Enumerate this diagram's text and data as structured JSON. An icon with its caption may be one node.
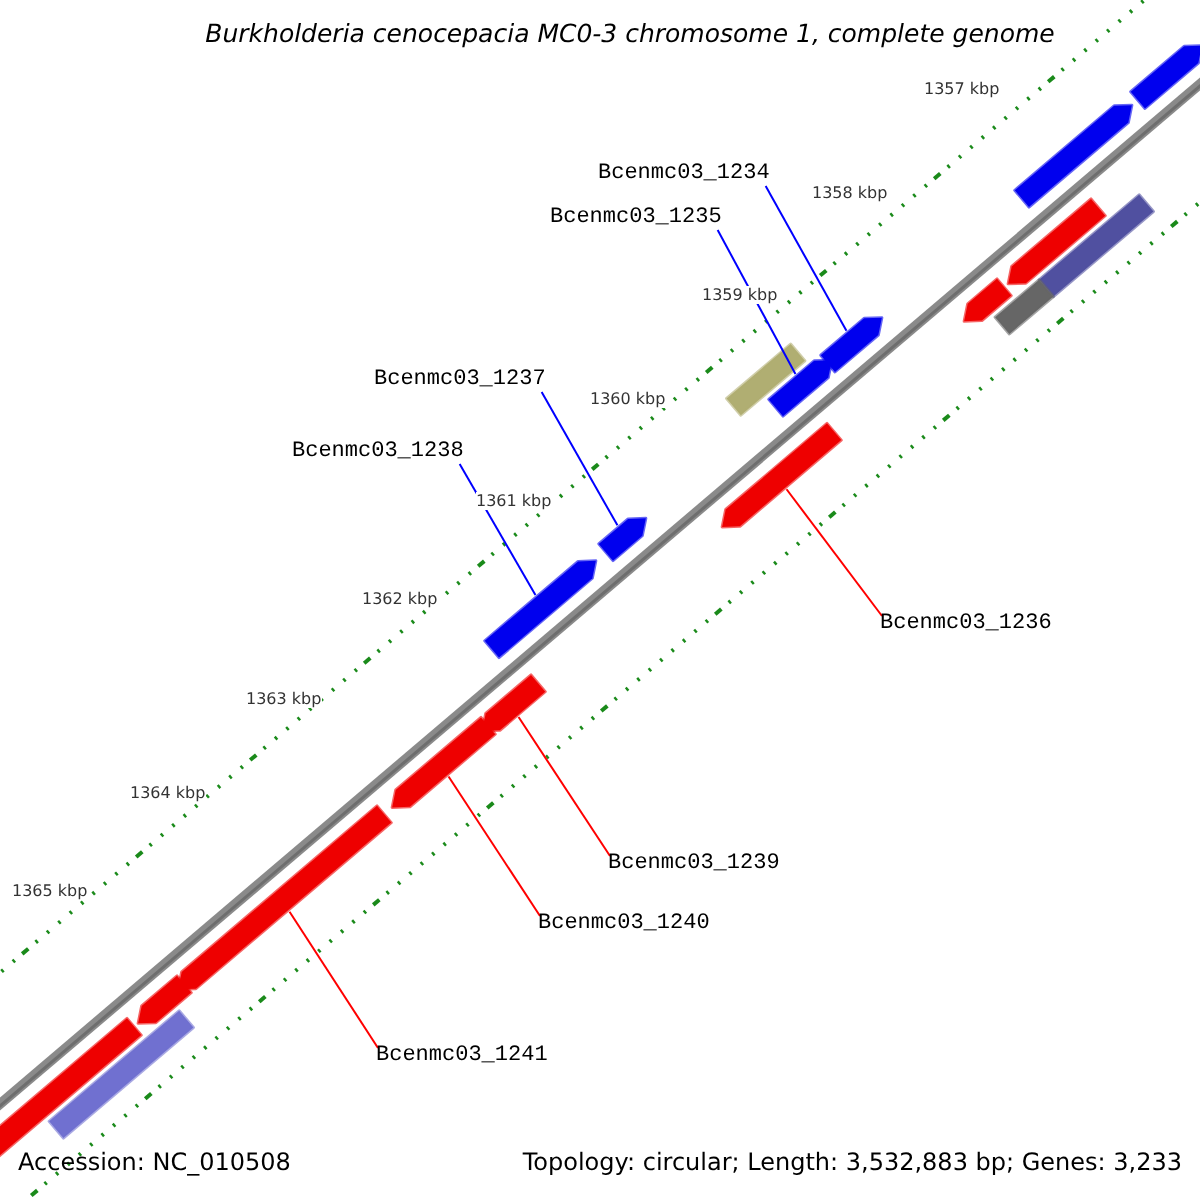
{
  "diagram": {
    "title": "Burkholderia cenocepacia MC0-3 chromosome 1, complete genome",
    "nodes": [
      {
        "text": [
          "Bcenmc03_1234"
        ]
      },
      {
        "text": [
          "Bcenmc03_1235"
        ]
      },
      {
        "text": [
          "Bcenmc03_1237"
        ]
      },
      {
        "text": [
          "Bcenmc03_1238"
        ]
      },
      {
        "text": [
          "Bcenmc03_1236"
        ]
      },
      {
        "text": [
          "Bcenmc03_1239"
        ]
      },
      {
        "text": [
          "Bcenmc03_1240"
        ]
      },
      {
        "text": [
          "Bcenmc03_1241"
        ]
      },
      {
        "text": [],
        "shape": "arrow"
      },
      {
        "text": [],
        "shape": "arrow"
      },
      {
        "text": [],
        "shape": "arrow"
      },
      {
        "text": [],
        "shape": "bar"
      },
      {
        "text": [],
        "shape": "arrow"
      },
      {
        "text": [],
        "shape": "bar"
      },
      {
        "text": [],
        "shape": "arrow"
      },
      {
        "text": [],
        "shape": "bar"
      },
      {
        "text": [],
        "shape": "arrow"
      },
      {
        "text": [],
        "shape": "arrow"
      },
      {
        "text": [],
        "shape": "arrow"
      },
      {
        "text": [],
        "shape": "arrow"
      },
      {
        "text": [],
        "shape": "arrow"
      },
      {
        "text": [],
        "shape": "arrow"
      },
      {
        "text": [],
        "shape": "arrow"
      },
      {
        "text": [],
        "shape": "arrow"
      },
      {
        "text": [],
        "shape": "arrow"
      },
      {
        "text": [],
        "shape": "bar"
      }
    ],
    "edges": [
      {
        "from": 0,
        "to": 14,
        "arrow": "none",
        "color": "#0000ff"
      },
      {
        "from": 1,
        "to": 16,
        "arrow": "none",
        "color": "#0000ff"
      },
      {
        "from": 2,
        "to": 18,
        "arrow": "none",
        "color": "#0000ff"
      },
      {
        "from": 3,
        "to": 19,
        "arrow": "none",
        "color": "#0000ff"
      },
      {
        "from": 4,
        "to": 17,
        "arrow": "none",
        "color": "#ff0000"
      },
      {
        "from": 5,
        "to": 20,
        "arrow": "none",
        "color": "#ff0000"
      },
      {
        "from": 6,
        "to": 21,
        "arrow": "none",
        "color": "#ff0000"
      },
      {
        "from": 7,
        "to": 22,
        "arrow": "none",
        "color": "#ff0000"
      }
    ],
    "labels": [
      "1357 kbp",
      "1358 kbp",
      "1359 kbp",
      "1360 kbp",
      "1361 kbp",
      "1362 kbp",
      "1363 kbp",
      "1364 kbp",
      "1365 kbp",
      "Accession: NC_010508",
      "Topology: circular; Length: 3,532,883 bp; Genes: 3,233"
    ]
  }
}
